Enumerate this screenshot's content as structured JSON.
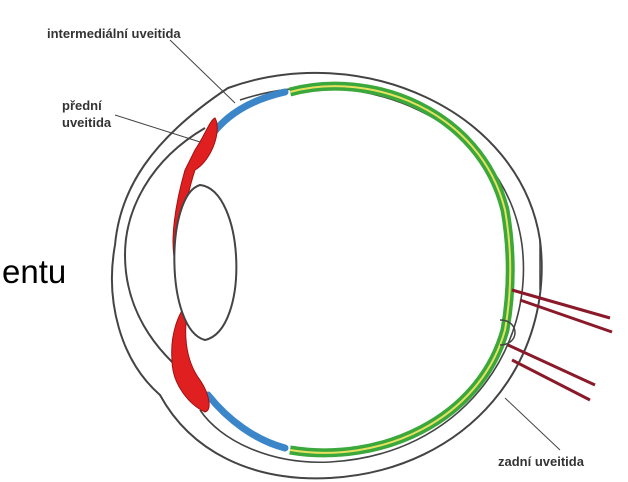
{
  "labels": {
    "intermediate": "intermediální uveitida",
    "anterior_line1": "přední",
    "anterior_line2": "uveitida",
    "posterior": "zadní uveitida"
  },
  "side_fragment": "entu",
  "colors": {
    "anterior": "#e02020",
    "intermediate": "#3a86c8",
    "posterior": "#3aa83a",
    "choroid_yellow": "#e8e060",
    "outline": "#444444",
    "optic_nerve": "#8a1a2a"
  }
}
